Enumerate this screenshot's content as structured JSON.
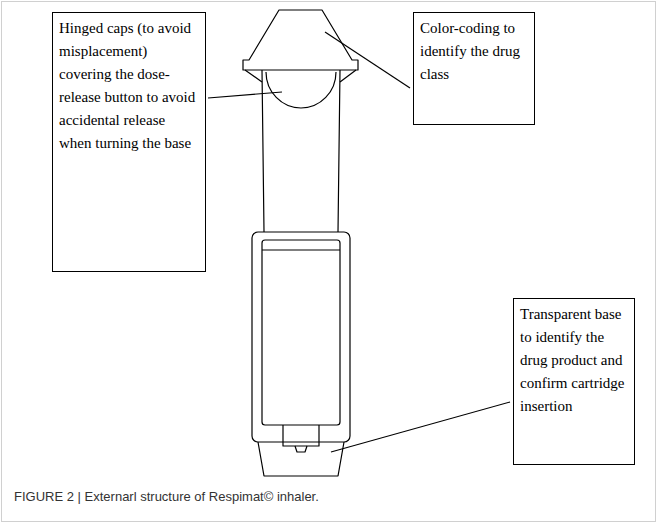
{
  "diagram": {
    "caption": "FIGURE 2 | Externarl structure of Respimat© inhaler.",
    "nodes": [
      {
        "text": [
          "Hinged caps (to avoid misplacement) covering the dose-release button to avoid accidental release when turning the base"
        ]
      },
      {
        "text": [
          "Color-coding to identify the drug class"
        ]
      },
      {
        "text": [
          "Transparent base to identify the drug product and confirm cartridge insertion"
        ]
      }
    ]
  }
}
